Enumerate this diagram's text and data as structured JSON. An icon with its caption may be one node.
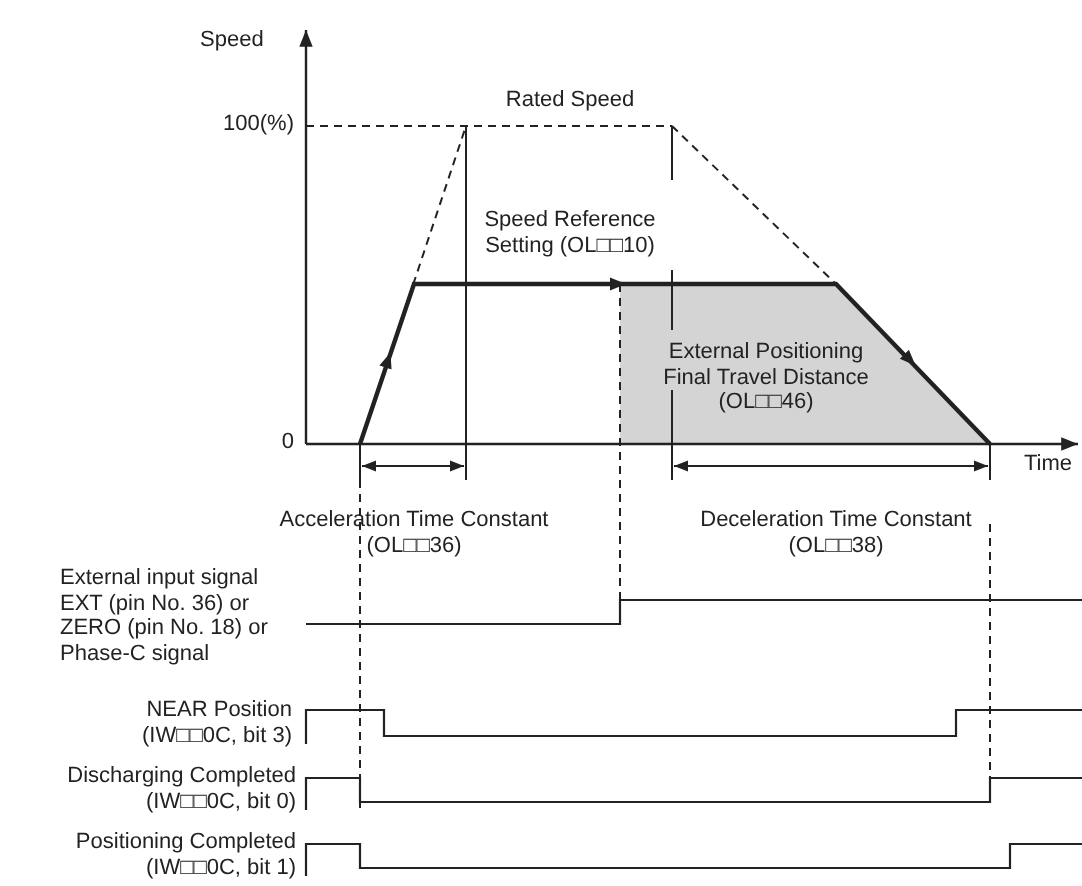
{
  "diagram": {
    "labels": [
      "Speed",
      "Rated Speed",
      "100(%)",
      "Speed Reference Setting (OL□□10)",
      "External Positioning Final Travel Distance (OL□□46)",
      "0",
      "Time",
      "Acceleration Time Constant (OL□□36)",
      "Deceleration Time Constant (OL□□38)",
      "External input signal EXT (pin No. 36) or ZERO (pin No. 18) or Phase-C signal",
      "NEAR Position (IW□□0C, bit 3)",
      "Discharging Completed (IW□□0C, bit 0)",
      "Positioning Completed (IW□□0C, bit 1)"
    ]
  }
}
